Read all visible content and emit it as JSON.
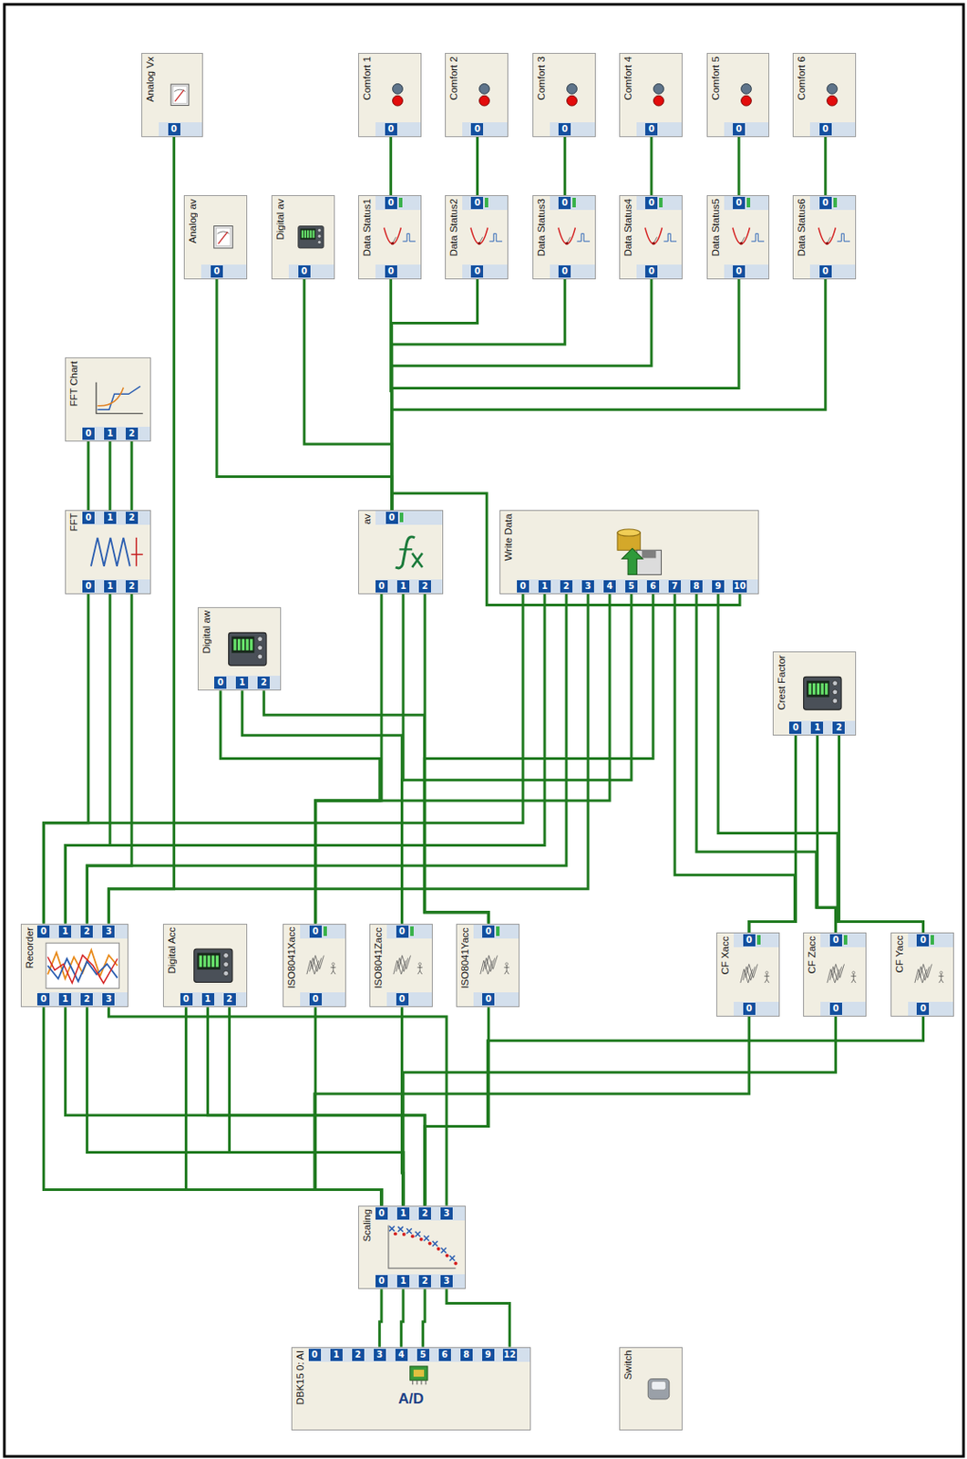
{
  "diagram": {
    "nodes": [
      {
        "text": [
          "Analog Vx",
          "0"
        ]
      },
      {
        "text": [
          "Comfort 1",
          "0"
        ]
      },
      {
        "text": [
          "Comfort 2",
          "0"
        ]
      },
      {
        "text": [
          "Comfort 3",
          "0"
        ]
      },
      {
        "text": [
          "Comfort 4",
          "0"
        ]
      },
      {
        "text": [
          "Comfort 5",
          "0"
        ]
      },
      {
        "text": [
          "Comfort 6",
          "0"
        ]
      },
      {
        "text": [
          "Analog av",
          "0"
        ]
      },
      {
        "text": [
          "Digital av",
          "0"
        ]
      },
      {
        "text": [
          "Data Status1",
          "0",
          "0"
        ]
      },
      {
        "text": [
          "Data Status2",
          "0",
          "0"
        ]
      },
      {
        "text": [
          "Data Status3",
          "0",
          "0"
        ]
      },
      {
        "text": [
          "Data Status4",
          "0",
          "0"
        ]
      },
      {
        "text": [
          "Data Status5",
          "0",
          "0"
        ]
      },
      {
        "text": [
          "Data Status6",
          "0",
          "0"
        ]
      },
      {
        "text": [
          "FFT Chart",
          "0",
          "1",
          "2"
        ]
      },
      {
        "text": [
          "FFT",
          "0",
          "1",
          "2",
          "0",
          "1",
          "2"
        ]
      },
      {
        "text": [
          "av",
          "0",
          "0",
          "1",
          "2"
        ]
      },
      {
        "text": [
          "Write Data",
          "0",
          "1",
          "2",
          "3",
          "4",
          "5",
          "6",
          "7",
          "8",
          "9",
          "10"
        ]
      },
      {
        "text": [
          "Digital aw",
          "0",
          "1",
          "2"
        ]
      },
      {
        "text": [
          "Crest Factor",
          "0",
          "1",
          "2"
        ]
      },
      {
        "text": [
          "Recorder",
          "0",
          "1",
          "2",
          "3",
          "0",
          "1",
          "2",
          "3"
        ]
      },
      {
        "text": [
          "Digital Acc",
          "0",
          "1",
          "2"
        ]
      },
      {
        "text": [
          "ISO8041Xacc",
          "0",
          "0"
        ]
      },
      {
        "text": [
          "ISO8041Zacc",
          "0",
          "0"
        ]
      },
      {
        "text": [
          "ISO8041Yacc",
          "0",
          "0"
        ]
      },
      {
        "text": [
          "CF Xacc",
          "0",
          "0"
        ]
      },
      {
        "text": [
          "CF Zacc",
          "0",
          "0"
        ]
      },
      {
        "text": [
          "CF Yacc",
          "0",
          "0"
        ]
      },
      {
        "text": [
          "Scaling",
          "0",
          "1",
          "2",
          "3",
          "0",
          "1",
          "2",
          "3"
        ]
      },
      {
        "text": [
          "DBK15 0: AI",
          "0",
          "1",
          "2",
          "3",
          "4",
          "5",
          "6",
          "8",
          "9",
          "12",
          "A/D"
        ]
      },
      {
        "text": [
          "Switch"
        ]
      }
    ],
    "edges": [
      {
        "from": 30,
        "to": 29,
        "arrow": "none"
      },
      {
        "from": 30,
        "to": 29,
        "arrow": "none"
      },
      {
        "from": 30,
        "to": 29,
        "arrow": "none"
      },
      {
        "from": 30,
        "to": 29,
        "arrow": "none"
      },
      {
        "from": 29,
        "to": 21,
        "arrow": "none"
      },
      {
        "from": 29,
        "to": 22,
        "arrow": "none"
      },
      {
        "from": 29,
        "to": 23,
        "arrow": "none"
      },
      {
        "from": 29,
        "to": 26,
        "arrow": "none"
      },
      {
        "from": 29,
        "to": 21,
        "arrow": "none"
      },
      {
        "from": 29,
        "to": 22,
        "arrow": "none"
      },
      {
        "from": 29,
        "to": 24,
        "arrow": "none"
      },
      {
        "from": 29,
        "to": 27,
        "arrow": "none"
      },
      {
        "from": 29,
        "to": 21,
        "arrow": "none"
      },
      {
        "from": 29,
        "to": 22,
        "arrow": "none"
      },
      {
        "from": 29,
        "to": 25,
        "arrow": "none"
      },
      {
        "from": 29,
        "to": 28,
        "arrow": "none"
      },
      {
        "from": 29,
        "to": 21,
        "arrow": "none"
      },
      {
        "from": 21,
        "to": 16,
        "arrow": "none"
      },
      {
        "from": 21,
        "to": 16,
        "arrow": "none"
      },
      {
        "from": 21,
        "to": 16,
        "arrow": "none"
      },
      {
        "from": 21,
        "to": 18,
        "arrow": "none"
      },
      {
        "from": 21,
        "to": 18,
        "arrow": "none"
      },
      {
        "from": 21,
        "to": 18,
        "arrow": "none"
      },
      {
        "from": 21,
        "to": 18,
        "arrow": "none"
      },
      {
        "from": 21,
        "to": 0,
        "arrow": "none"
      },
      {
        "from": 16,
        "to": 15,
        "arrow": "none"
      },
      {
        "from": 16,
        "to": 15,
        "arrow": "none"
      },
      {
        "from": 16,
        "to": 15,
        "arrow": "none"
      },
      {
        "from": 23,
        "to": 17,
        "arrow": "none"
      },
      {
        "from": 23,
        "to": 18,
        "arrow": "none"
      },
      {
        "from": 23,
        "to": 19,
        "arrow": "none"
      },
      {
        "from": 24,
        "to": 17,
        "arrow": "none"
      },
      {
        "from": 24,
        "to": 18,
        "arrow": "none"
      },
      {
        "from": 24,
        "to": 19,
        "arrow": "none"
      },
      {
        "from": 25,
        "to": 17,
        "arrow": "none"
      },
      {
        "from": 25,
        "to": 18,
        "arrow": "none"
      },
      {
        "from": 25,
        "to": 19,
        "arrow": "none"
      },
      {
        "from": 26,
        "to": 20,
        "arrow": "none"
      },
      {
        "from": 26,
        "to": 18,
        "arrow": "none"
      },
      {
        "from": 27,
        "to": 20,
        "arrow": "none"
      },
      {
        "from": 27,
        "to": 18,
        "arrow": "none"
      },
      {
        "from": 28,
        "to": 20,
        "arrow": "none"
      },
      {
        "from": 28,
        "to": 18,
        "arrow": "none"
      },
      {
        "from": 17,
        "to": 7,
        "arrow": "none"
      },
      {
        "from": 17,
        "to": 8,
        "arrow": "none"
      },
      {
        "from": 17,
        "to": 9,
        "arrow": "none"
      },
      {
        "from": 17,
        "to": 10,
        "arrow": "none"
      },
      {
        "from": 17,
        "to": 11,
        "arrow": "none"
      },
      {
        "from": 17,
        "to": 12,
        "arrow": "none"
      },
      {
        "from": 17,
        "to": 13,
        "arrow": "none"
      },
      {
        "from": 17,
        "to": 14,
        "arrow": "none"
      },
      {
        "from": 17,
        "to": 18,
        "arrow": "none"
      },
      {
        "from": 9,
        "to": 1,
        "arrow": "none"
      },
      {
        "from": 10,
        "to": 2,
        "arrow": "none"
      },
      {
        "from": 11,
        "to": 3,
        "arrow": "none"
      },
      {
        "from": 12,
        "to": 4,
        "arrow": "none"
      },
      {
        "from": 13,
        "to": 5,
        "arrow": "none"
      },
      {
        "from": 14,
        "to": 6,
        "arrow": "none"
      }
    ]
  }
}
